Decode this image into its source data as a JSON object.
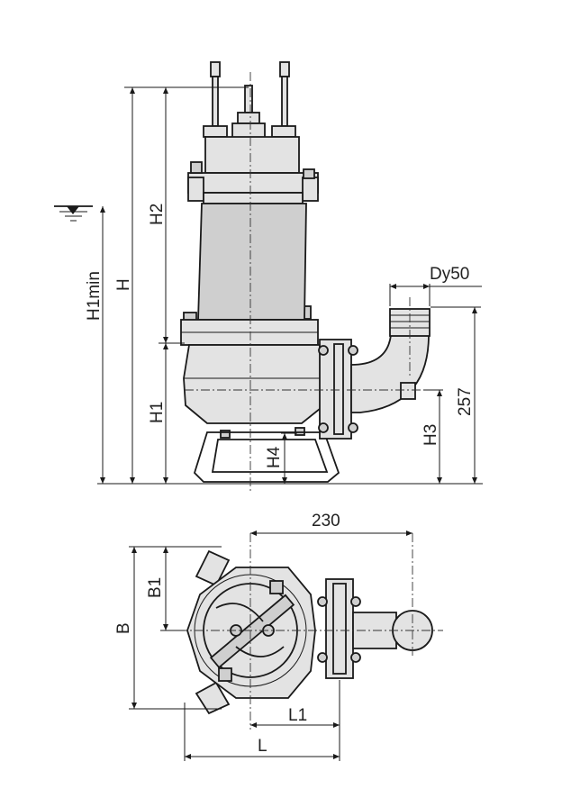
{
  "labels": {
    "H": "H",
    "H1min": "H1min",
    "H2": "H2",
    "H1": "H1",
    "H4": "H4",
    "H3": "H3",
    "dim_257": "257",
    "Dy50": "Dy50",
    "dim_230": "230",
    "B": "B",
    "B1": "B1",
    "L1": "L1",
    "L": "L"
  }
}
